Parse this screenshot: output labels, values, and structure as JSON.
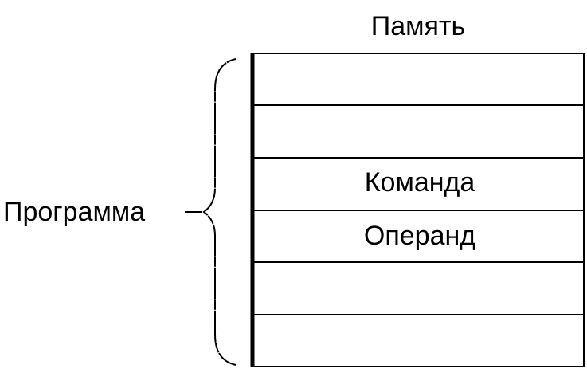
{
  "memory": {
    "title": "Память",
    "cells": [
      {
        "label": ""
      },
      {
        "label": ""
      },
      {
        "label": "Команда"
      },
      {
        "label": "Операнд"
      },
      {
        "label": ""
      },
      {
        "label": ""
      }
    ]
  },
  "program": {
    "label": "Программа"
  },
  "colors": {
    "ink": "#000000",
    "background": "#ffffff"
  }
}
